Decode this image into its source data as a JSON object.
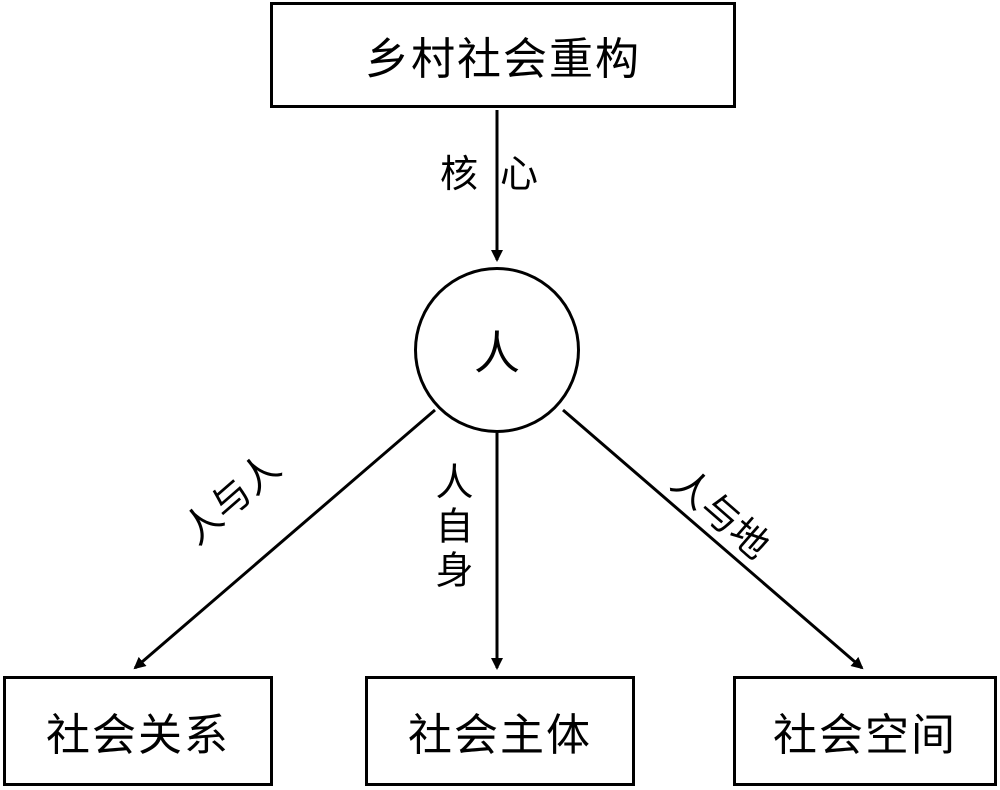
{
  "top": {
    "title": "乡村社会重构"
  },
  "center": {
    "label": "人"
  },
  "edges": {
    "core": "核心",
    "relation": "人与人",
    "self": "人自身",
    "space": "人与地"
  },
  "bottom": {
    "left": "社会关系",
    "middle": "社会主体",
    "right": "社会空间"
  },
  "colors": {
    "line": "#000000",
    "background": "#ffffff"
  }
}
